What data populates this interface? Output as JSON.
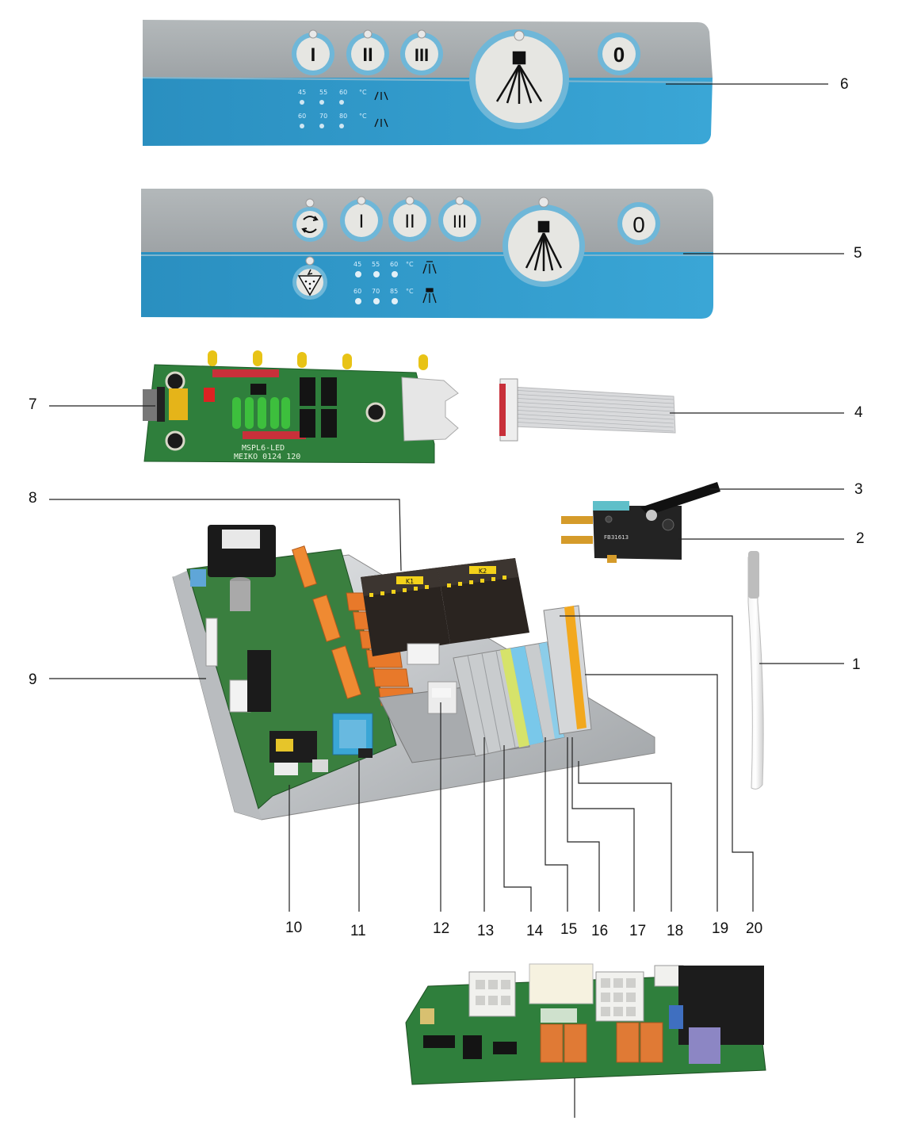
{
  "callouts": [
    "1",
    "2",
    "3",
    "4",
    "5",
    "6",
    "7",
    "8",
    "9",
    "10",
    "11",
    "12",
    "13",
    "14",
    "15",
    "16",
    "17",
    "18",
    "19",
    "20"
  ],
  "panel6": {
    "buttons": [
      "I",
      "II",
      "III",
      "0"
    ],
    "temp_row1": [
      "45",
      "55",
      "60",
      "°C"
    ],
    "temp_row2": [
      "60",
      "70",
      "80",
      "°C"
    ]
  },
  "panel5": {
    "buttons": [
      "I",
      "II",
      "III",
      "0"
    ],
    "temp_row1": [
      "45",
      "55",
      "60",
      "°C"
    ],
    "temp_row2": [
      "60",
      "70",
      "85",
      "°C"
    ]
  },
  "led_board": {
    "silkscreen_1": "MSPL6-LED",
    "silkscreen_2": "MEIKO 0124 120"
  },
  "relay_labels": [
    "K1",
    "K2"
  ],
  "microswitch": {
    "marking": "FB31613"
  },
  "colors": {
    "panel_grey": "#a9aeb0",
    "panel_blue": "#2e9ac8",
    "pcb_green": "#2f7f3c",
    "relay_orange": "#e8792a",
    "terminal_grey": "#c9ccce",
    "contactor_black": "#2a2420"
  }
}
